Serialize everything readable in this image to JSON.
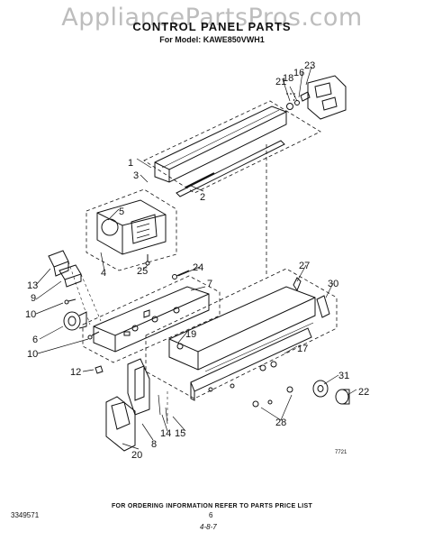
{
  "watermark": "AppliancePartsPros.com",
  "title": "CONTROL PANEL PARTS",
  "model_line": "For Model: KAWE850VWH1",
  "footer_note": "FOR ORDERING INFORMATION REFER TO PARTS PRICE LIST",
  "doc_number": "3349571",
  "page_number": "6",
  "revision_mark": "4-8-7",
  "drawing_code": "7721",
  "callouts": {
    "c1": "1",
    "c2": "2",
    "c3": "3",
    "c4": "4",
    "c5": "5",
    "c6": "6",
    "c7": "7",
    "c8": "8",
    "c9": "9",
    "c10a": "10",
    "c10b": "10",
    "c12": "12",
    "c13": "13",
    "c14": "14",
    "c15": "15",
    "c16": "16",
    "c17": "17",
    "c18": "18",
    "c19": "19",
    "c20": "20",
    "c21": "21",
    "c22": "22",
    "c23": "23",
    "c24": "24",
    "c25": "25",
    "c27": "27",
    "c28": "28",
    "c30": "30",
    "c31": "31"
  }
}
